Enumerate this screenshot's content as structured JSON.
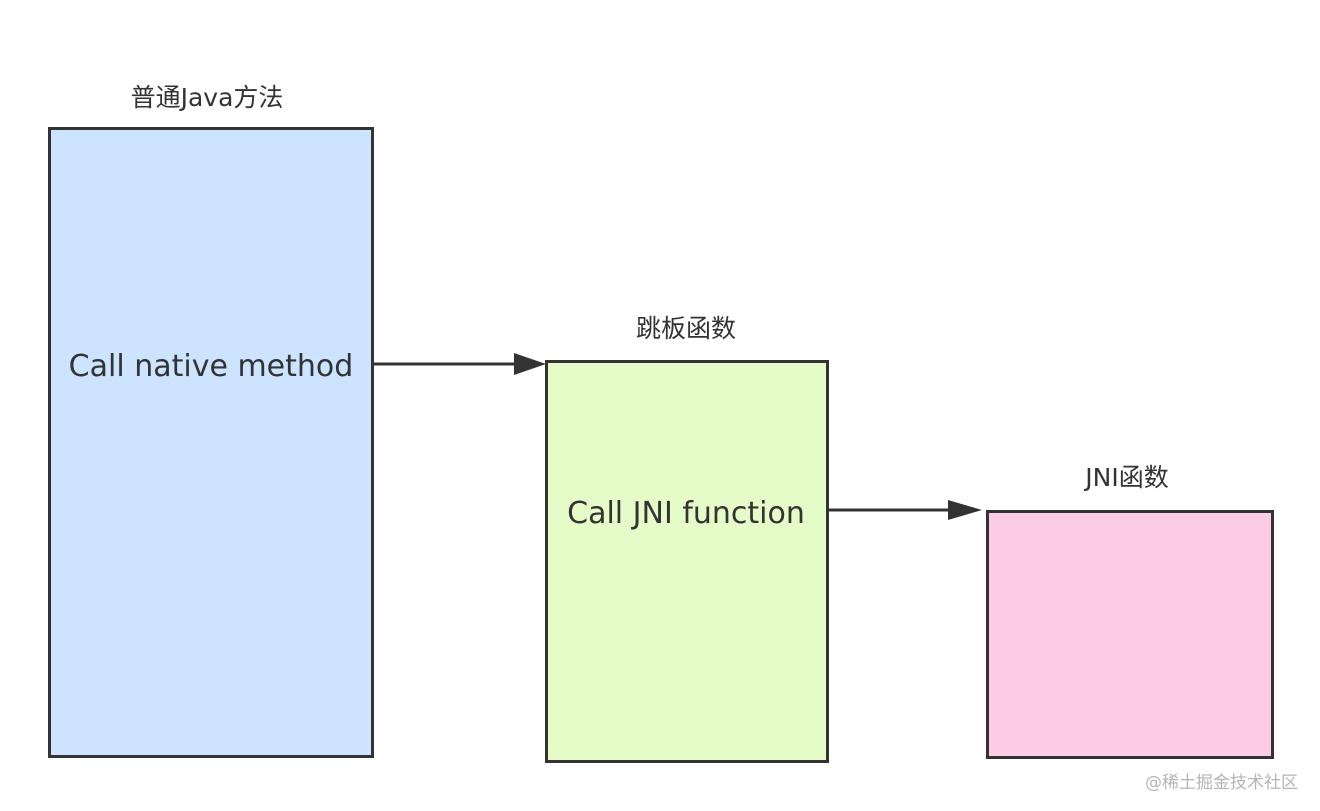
{
  "nodes": {
    "java": {
      "title": "普通Java方法",
      "label": "Call native method",
      "color": "#cce4ff"
    },
    "trampoline": {
      "title": "跳板函数",
      "label": "Call JNI function",
      "color": "#e6fcc8"
    },
    "jni": {
      "title": "JNI函数",
      "label": "",
      "color": "#fccbe6"
    }
  },
  "edges": [
    {
      "from": "java",
      "to": "trampoline"
    },
    {
      "from": "trampoline",
      "to": "jni"
    }
  ],
  "watermark": "@稀土掘金技术社区",
  "colors": {
    "stroke": "#333333",
    "text": "#333333"
  }
}
